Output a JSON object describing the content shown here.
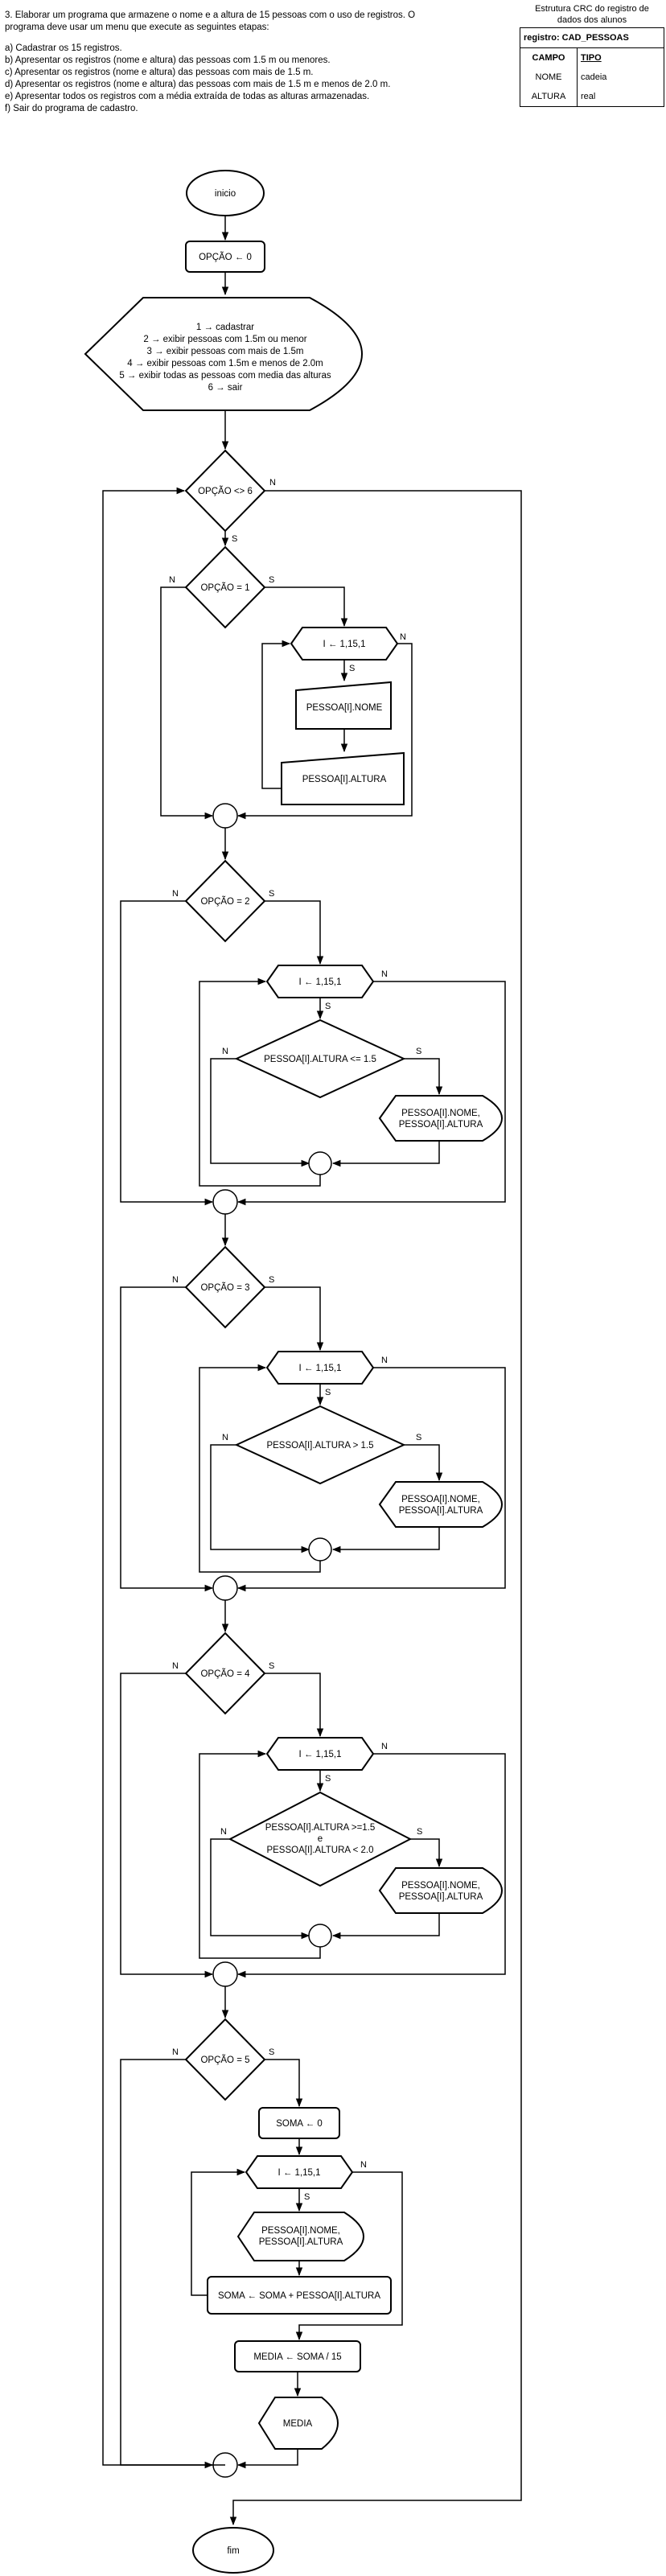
{
  "problem": {
    "intro": [
      "3. Elaborar um programa que armazene o nome e a altura de 15 pessoas com o uso de registros. O",
      "programa deve usar um menu que execute as seguintes etapas:"
    ],
    "items": [
      "a) Cadastrar os 15 registros.",
      "b) Apresentar os registros (nome e altura) das pessoas com 1.5 m ou menores.",
      "c) Apresentar os registros (nome e altura) das pessoas com mais de 1.5 m.",
      "d) Apresentar os registros (nome e altura) das pessoas com mais de 1.5 m e menos de 2.0 m.",
      "e) Apresentar todos os registros com a média extraída de todas as alturas armazenadas.",
      "f) Sair do programa de cadastro."
    ]
  },
  "crc": {
    "title_line1": "Estrutura CRC do registro de",
    "title_line2": "dados dos alunos",
    "register": "registro: CAD_PESSOAS",
    "header_campo": "CAMPO",
    "header_tipo": "TIPO",
    "rows": [
      {
        "campo": "NOME",
        "tipo": "cadeia"
      },
      {
        "campo": "ALTURA",
        "tipo": "real"
      }
    ]
  },
  "flow": {
    "start": "inicio",
    "init": "OPÇÃO ← 0",
    "menu": [
      "1 → cadastrar",
      "2 → exibir pessoas com 1.5m ou menor",
      "3 → exibir pessoas com mais de 1.5m",
      "4 → exibir pessoas com 1.5m e menos de 2.0m",
      "5 → exibir todas as pessoas com media das  alturas",
      "6 → sair"
    ],
    "loop_cond": "OPÇÃO <> 6",
    "yes": "S",
    "no": "N",
    "opt1": {
      "cond": "OPÇÃO = 1",
      "loop": "I ← 1,15,1",
      "input_nome": "PESSOA[I].NOME",
      "input_altura": "PESSOA[I].ALTURA"
    },
    "opt2": {
      "cond": "OPÇÃO = 2",
      "loop": "I ← 1,15,1",
      "test": "PESSOA[I].ALTURA <= 1.5",
      "out1": "PESSOA[I].NOME,",
      "out2": "PESSOA[I].ALTURA"
    },
    "opt3": {
      "cond": "OPÇÃO = 3",
      "loop": "I ← 1,15,1",
      "test": "PESSOA[I].ALTURA > 1.5",
      "out1": "PESSOA[I].NOME,",
      "out2": "PESSOA[I].ALTURA"
    },
    "opt4": {
      "cond": "OPÇÃO = 4",
      "loop": "I ← 1,15,1",
      "test1": "PESSOA[I].ALTURA >=1.5",
      "test2": "e",
      "test3": "PESSOA[I].ALTURA < 2.0",
      "out1": "PESSOA[I].NOME,",
      "out2": "PESSOA[I].ALTURA"
    },
    "opt5": {
      "cond": "OPÇÃO = 5",
      "soma_init": "SOMA ← 0",
      "loop": "I ← 1,15,1",
      "out1": "PESSOA[I].NOME,",
      "out2": "PESSOA[I].ALTURA",
      "soma_acc": "SOMA ← SOMA + PESSOA[I].ALTURA",
      "media_calc": "MEDIA ← SOMA / 15",
      "media_out": "MEDIA"
    },
    "end": "fim"
  }
}
